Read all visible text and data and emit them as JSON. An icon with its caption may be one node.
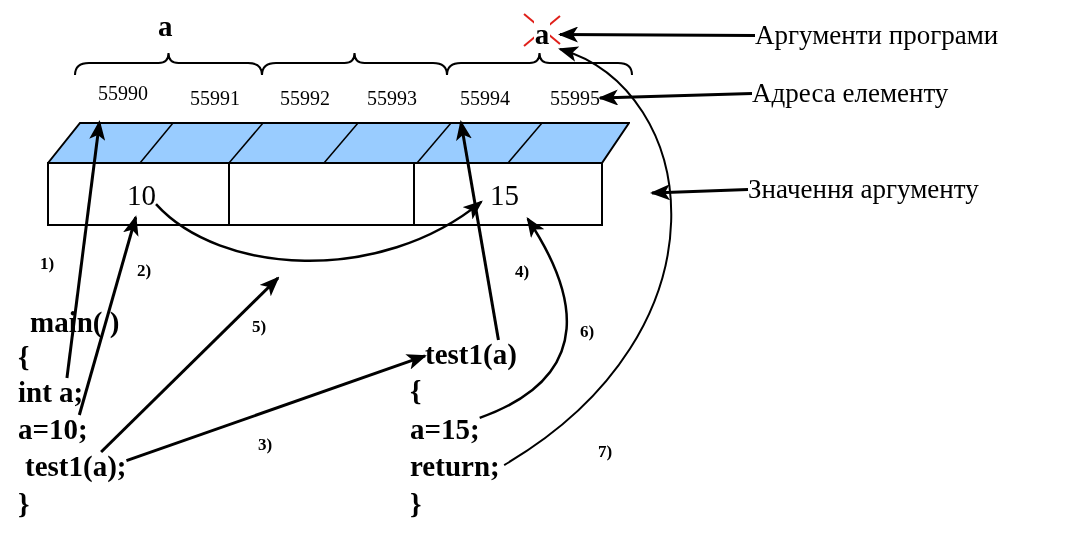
{
  "diagram": {
    "nodes": [
      {
        "text": [
          "a"
        ]
      },
      {
        "text": [
          "a"
        ]
      },
      {
        "text": [
          "55990"
        ]
      },
      {
        "text": [
          "55991"
        ]
      },
      {
        "text": [
          "55992"
        ]
      },
      {
        "text": [
          "55993"
        ]
      },
      {
        "text": [
          "55994"
        ]
      },
      {
        "text": [
          "55995"
        ]
      },
      {
        "text": [],
        "shape": "box"
      },
      {
        "text": [
          "10"
        ],
        "in": 8
      },
      {
        "text": [
          "15"
        ],
        "in": 8
      },
      {
        "text": [
          "main( )"
        ]
      },
      {
        "text": [
          "{"
        ]
      },
      {
        "text": [
          "int a;"
        ]
      },
      {
        "text": [
          "a=10;"
        ]
      },
      {
        "text": [
          "test1(a);"
        ]
      },
      {
        "text": [
          "}"
        ]
      },
      {
        "text": [
          "test1(a)"
        ]
      },
      {
        "text": [
          "{"
        ]
      },
      {
        "text": [
          "a=15;"
        ]
      },
      {
        "text": [
          "return;"
        ]
      },
      {
        "text": [
          "}"
        ]
      },
      {
        "text": [
          "Аргументи програми"
        ]
      },
      {
        "text": [
          "Адреса елементу"
        ]
      },
      {
        "text": [
          "Значення аргументу"
        ]
      }
    ],
    "edges": [
      {
        "from": 13,
        "to": 8,
        "arrow": "to",
        "label": "1)"
      },
      {
        "from": 14,
        "to": 9,
        "arrow": "to",
        "label": "2)"
      },
      {
        "from": 15,
        "to": 17,
        "arrow": "to",
        "label": "3)"
      },
      {
        "from": 17,
        "to": 8,
        "arrow": "to",
        "label": "4)"
      },
      {
        "from": 15,
        "to": null,
        "arrow": "to",
        "label": "5)"
      },
      {
        "from": 9,
        "to": 10,
        "arrow": "to"
      },
      {
        "from": 19,
        "to": 10,
        "arrow": "to",
        "label": "6)"
      },
      {
        "from": 20,
        "to": 1,
        "arrow": "to",
        "label": "7)"
      },
      {
        "from": 22,
        "to": 1,
        "arrow": "to"
      },
      {
        "from": 23,
        "to": 7,
        "arrow": "to"
      },
      {
        "from": 24,
        "to": null,
        "arrow": "to"
      }
    ]
  }
}
